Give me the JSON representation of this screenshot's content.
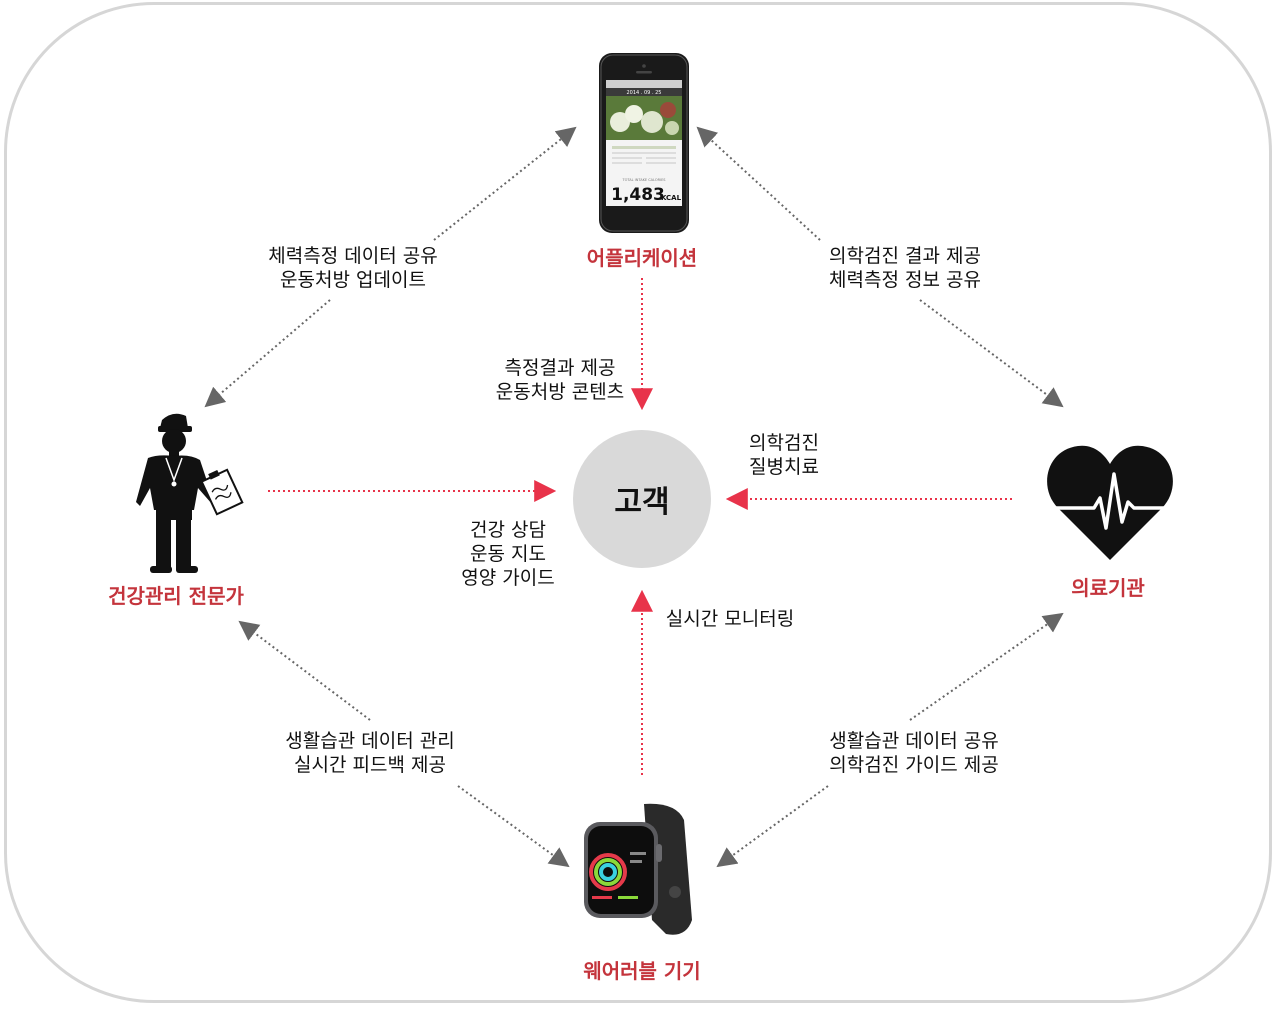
{
  "customer": {
    "label": "고객"
  },
  "nodes": {
    "app": {
      "label": "어플리케이션",
      "icon": "smartphone-icon"
    },
    "expert": {
      "label": "건강관리 전문가",
      "icon": "health-coach-icon"
    },
    "medical": {
      "label": "의료기관",
      "icon": "heart-pulse-icon"
    },
    "wearable": {
      "label": "웨어러블 기기",
      "icon": "smartwatch-icon"
    }
  },
  "phone_screen": {
    "date": "2014 . 09 . 25",
    "calories_value": "1,483",
    "calories_unit": "KCAL",
    "total_label": "TOTAL INTAKE CALORIES"
  },
  "edges": {
    "app_expert": [
      "체력측정 데이터 공유",
      "운동처방 업데이트"
    ],
    "app_medical": [
      "의학검진 결과 제공",
      "체력측정 정보 공유"
    ],
    "app_customer": [
      "측정결과 제공",
      "운동처방 콘텐츠"
    ],
    "medical_customer": [
      "의학검진",
      "질병치료"
    ],
    "expert_customer": [
      "건강 상담",
      "운동 지도",
      "영양 가이드"
    ],
    "wearable_customer": [
      "실시간 모니터링"
    ],
    "expert_wearable": [
      "생활습관 데이터 관리",
      "실시간 피드백 제공"
    ],
    "medical_wearable": [
      "생활습관 데이터 공유",
      "의학검진 가이드 제공"
    ]
  },
  "colors": {
    "accent": "#c4343c",
    "arrow_red": "#e8334a",
    "arrow_gray": "#666666",
    "circle": "#d9d9d9",
    "border": "#d6d6d6"
  }
}
